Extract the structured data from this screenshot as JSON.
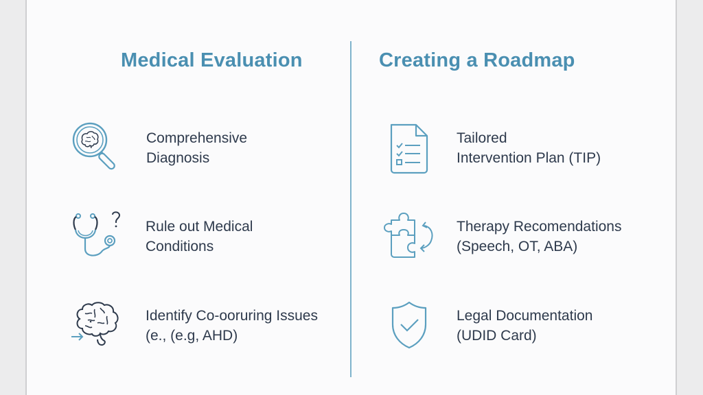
{
  "left_column": {
    "title": "Medical Evaluation",
    "items": [
      {
        "icon": "magnifier-brain-icon",
        "line1": "Comprehensive",
        "line2": "Diagnosis"
      },
      {
        "icon": "stethoscope-question-icon",
        "line1": "Rule out Medical",
        "line2": "Conditions"
      },
      {
        "icon": "brain-arrow-icon",
        "line1": "Identify Co-ooruring Issues",
        "line2": "(e., (e.g, AHD)"
      }
    ]
  },
  "right_column": {
    "title": "Creating a Roadmap",
    "items": [
      {
        "icon": "checklist-document-icon",
        "line1": "Tailored",
        "line2": "Intervention Plan (TIP)"
      },
      {
        "icon": "puzzle-cycle-icon",
        "line1": "Therapy Recomendations",
        "line2": "(Speech, OT, ABA)"
      },
      {
        "icon": "shield-check-icon",
        "line1": "Legal Documentation",
        "line2": "(UDID Card)"
      }
    ]
  },
  "colors": {
    "accent": "#4a8fb1",
    "icon_stroke": "#5b9fbf",
    "icon_dark": "#2e3a4c",
    "text": "#2e3a4c",
    "divider": "#7fb3cc",
    "background": "#fbfbfc"
  }
}
